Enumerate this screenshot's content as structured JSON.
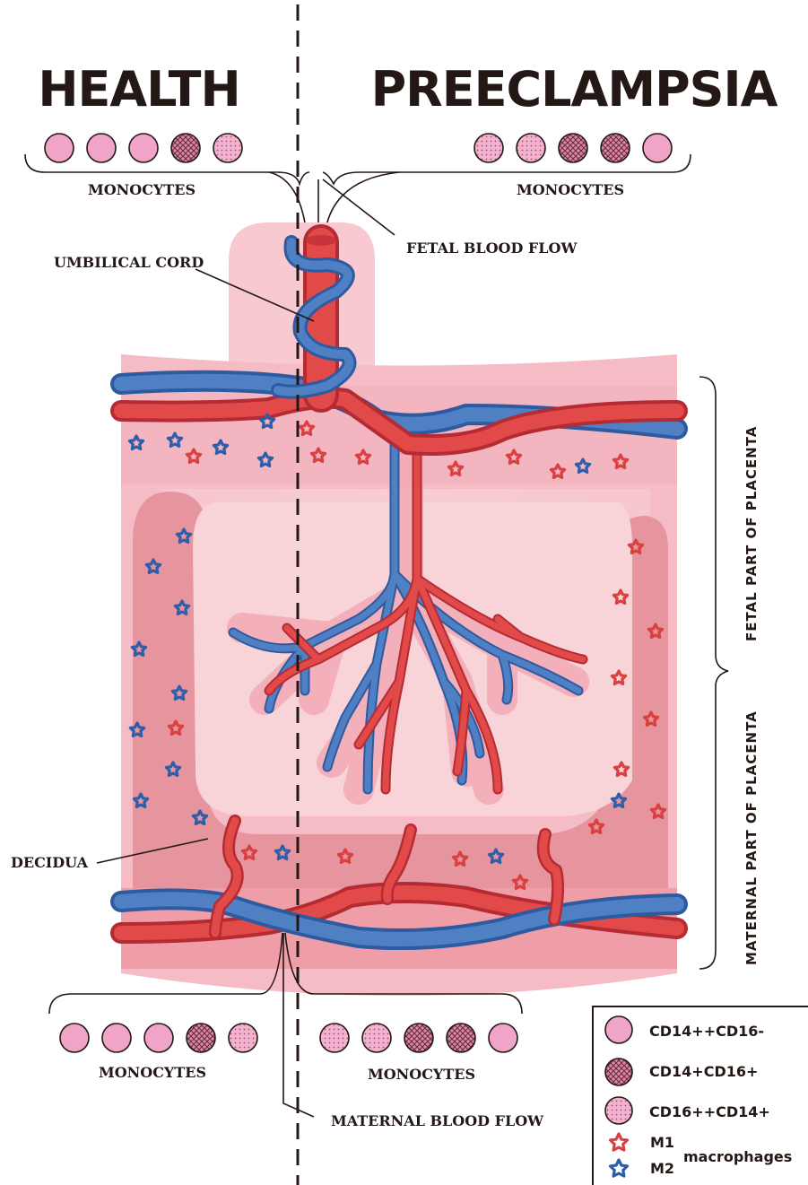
{
  "headings": {
    "health": "HEALTH",
    "preeclampsia": "PREECLAMPSIA"
  },
  "labels": {
    "monocytes_top_left": "MONOCYTES",
    "monocytes_top_right": "MONOCYTES",
    "fetal_blood_flow": "FETAL BLOOD FLOW",
    "umbilical_cord": "UMBILICAL CORD",
    "decidua": "DECIDUA",
    "monocytes_bottom_left": "MONOCYTES",
    "monocytes_bottom_right": "MONOCYTES",
    "maternal_blood_flow": "MATERNAL BLOOD FLOW",
    "fetal_part": "FETAL PART OF PLACENTA",
    "maternal_part": "MATERNAL PART OF PLACENTA"
  },
  "monocyte_rows": {
    "top_left": [
      "classical",
      "classical",
      "classical",
      "intermediate",
      "nonclassical"
    ],
    "top_right": [
      "nonclassical",
      "nonclassical",
      "intermediate",
      "intermediate",
      "classical"
    ],
    "bottom_left": [
      "classical",
      "classical",
      "classical",
      "intermediate",
      "nonclassical"
    ],
    "bottom_right": [
      "nonclassical",
      "nonclassical",
      "intermediate",
      "intermediate",
      "classical"
    ]
  },
  "legend": {
    "classical": "CD14++CD16-",
    "intermediate": "CD14+CD16+",
    "nonclassical": "CD16++CD14+",
    "m1": "M1",
    "m2": "M2",
    "macrophages": "macrophages"
  },
  "colors": {
    "classical_fill": "#f0a4c8",
    "nonclassical_fill": "#f3b3d0",
    "intermediate_fill": "#d98aa8",
    "m1_star": "#d9403f",
    "m2_star": "#2f5ea8",
    "artery": "#e24a4a",
    "vein": "#4f80c3",
    "placenta_light": "#f8d3d8",
    "decidua": "#e6949e",
    "ink": "#231815"
  }
}
